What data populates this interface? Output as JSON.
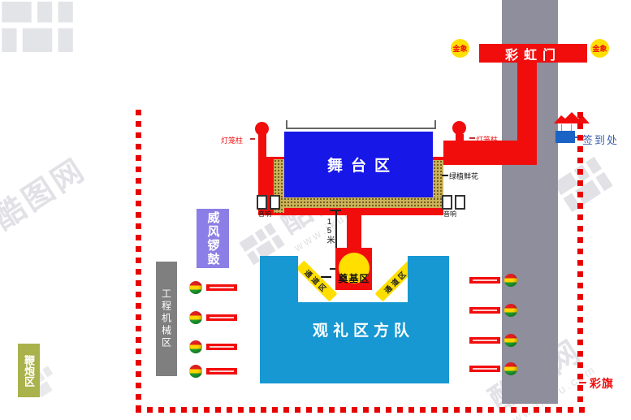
{
  "watermark": {
    "brand": "酷图网",
    "url": "www.ikutu.com"
  },
  "gate": {
    "label": "彩虹门",
    "badge_left": "金象",
    "badge_right": "金象"
  },
  "stage": {
    "label": "舞台区"
  },
  "lanterns": {
    "left_label": "灯笼柱",
    "right_label": "灯笼柱"
  },
  "greens": {
    "label": "绿植鲜花"
  },
  "speakers": {
    "left_label": "音响",
    "right_label": "音响"
  },
  "measure": {
    "label": "15米"
  },
  "foundation": {
    "label": "奠基区"
  },
  "passages": {
    "left_label": "通道区",
    "right_label": "通道区"
  },
  "viewing": {
    "label": "观礼区方队"
  },
  "drums": {
    "label": "威风锣鼓"
  },
  "machinery": {
    "label": "工程机械区"
  },
  "firecracker": {
    "label": "鞭炮区"
  },
  "signin": {
    "label": "签到处"
  },
  "flags": {
    "label": "彩旗"
  },
  "colors": {
    "red": "#f20d0d",
    "road": "#8e8e9c",
    "stage": "#1717e8",
    "viewing": "#1798d2",
    "purple": "#8b7ee6",
    "gray": "#7f7f7f",
    "olive": "#a9b24b",
    "yellow": "#ffdf00",
    "desk": "#1a63c4",
    "khaki": "#cdb45a",
    "dotted": "#e80202",
    "watermark": "#c9cad2"
  }
}
